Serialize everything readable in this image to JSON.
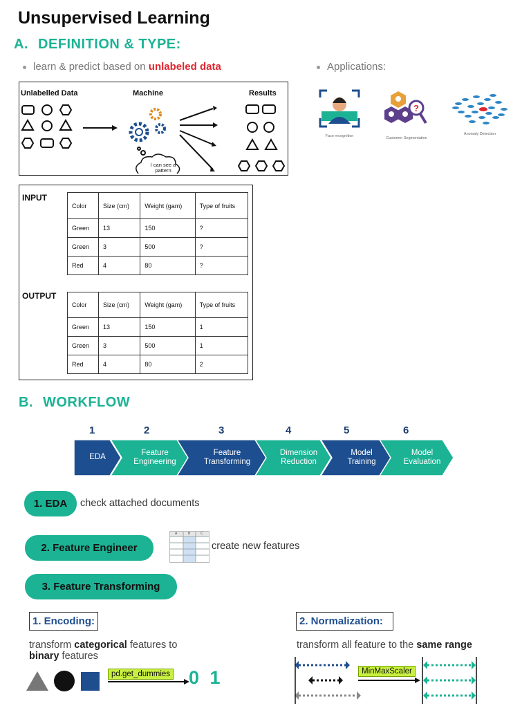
{
  "title": "Unsupervised Learning",
  "section_a": {
    "letter": "A.",
    "label": "DEFINITION & TYPE:"
  },
  "bullets": {
    "definition_prefix": "learn & predict based on ",
    "definition_highlight": "unlabeled data",
    "applications": "Applications:"
  },
  "diagram": {
    "unlabelled": "Unlabelled Data",
    "machine": "Machine",
    "results": "Results",
    "thought": "I can see a pattern"
  },
  "applications": [
    {
      "icon": "face-recognition-icon",
      "label": "Face recognition"
    },
    {
      "icon": "customer-segmentation-icon",
      "label": "Customer Segmentation"
    },
    {
      "icon": "anomaly-detection-icon",
      "label": "Anomaly Detection"
    }
  ],
  "io_table": {
    "input_label": "INPUT",
    "output_label": "OUTPUT",
    "headers": [
      "Color",
      "Size (cm)",
      "Weight (gam)",
      "Type of fruits"
    ],
    "input_rows": [
      [
        "Green",
        "13",
        "150",
        "?"
      ],
      [
        "Green",
        "3",
        "500",
        "?"
      ],
      [
        "Red",
        "4",
        "80",
        "?"
      ]
    ],
    "output_rows": [
      [
        "Green",
        "13",
        "150",
        "1"
      ],
      [
        "Green",
        "3",
        "500",
        "1"
      ],
      [
        "Red",
        "4",
        "80",
        "2"
      ]
    ]
  },
  "section_b": {
    "letter": "B.",
    "label": "WORKFLOW"
  },
  "workflow": [
    {
      "num": "1",
      "label": "EDA",
      "color": "#1d4e8f"
    },
    {
      "num": "2",
      "label": "Feature Engineering",
      "color": "#1bb394"
    },
    {
      "num": "3",
      "label": "Feature Transforming",
      "color": "#1d4e8f"
    },
    {
      "num": "4",
      "label": "Dimension Reduction",
      "color": "#1bb394"
    },
    {
      "num": "5",
      "label": "Model Training",
      "color": "#1d4e8f"
    },
    {
      "num": "6",
      "label": "Model Evaluation",
      "color": "#1bb394"
    }
  ],
  "steps": {
    "eda": "1. EDA",
    "eda_note": "check attached documents",
    "fe": "2. Feature Engineer",
    "fe_note": "create new features",
    "ft": "3. Feature Transforming",
    "spreadsheet_cols": [
      "A",
      "B",
      "C"
    ]
  },
  "encoding": {
    "title": "1. Encoding:",
    "d1": "transform ",
    "d1b": "categorical",
    "d1c": " features to",
    "d2b": "binary",
    "d2c": " features",
    "function": "pd.get_dummies",
    "binary": "0 1"
  },
  "normalization": {
    "title": "2. Normalization:",
    "d1": "transform all feature to the ",
    "d1b": "same range",
    "scaler": "MinMaxScaler"
  },
  "colors": {
    "teal": "#1bb394",
    "navy": "#1d4e8f",
    "red": "#e0262f",
    "lime": "#c8f040"
  }
}
